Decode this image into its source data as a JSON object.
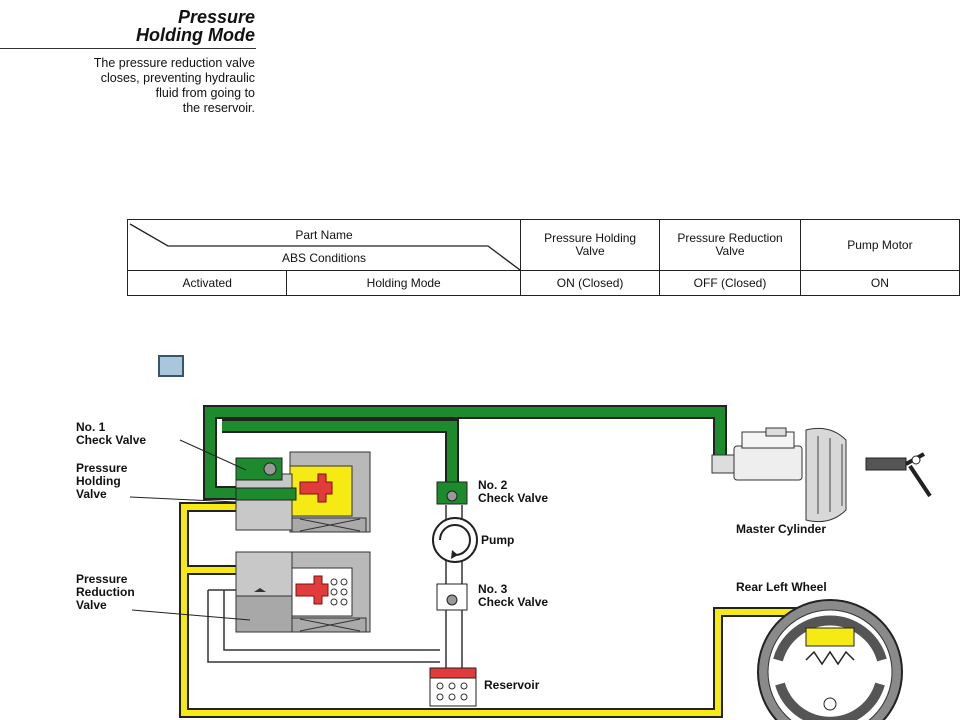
{
  "header": {
    "title_line1": "Pressure",
    "title_line2": "Holding Mode",
    "description": "The pressure reduction valve\ncloses, preventing hydraulic\nfluid from going to\nthe reservoir."
  },
  "table": {
    "part_name": "Part Name",
    "abs_conditions": "ABS Conditions",
    "columns": [
      "Pressure Holding Valve",
      "Pressure Reduction Valve",
      "Pump Motor"
    ],
    "row": {
      "condition": "Activated",
      "mode": "Holding Mode",
      "holding_valve": "ON (Closed)",
      "reduction_valve": "OFF (Closed)",
      "pump_motor": "ON"
    }
  },
  "diagram": {
    "labels": {
      "check_valve_1": "No. 1\nCheck Valve",
      "pressure_holding_valve": "Pressure\nHolding\nValve",
      "pressure_reduction_valve": "Pressure\nReduction\nValve",
      "check_valve_2": "No. 2\nCheck Valve",
      "pump": "Pump",
      "check_valve_3": "No. 3\nCheck Valve",
      "reservoir": "Reservoir",
      "master_cylinder": "Master Cylinder",
      "rear_left_wheel": "Rear Left Wheel"
    },
    "colors": {
      "high_pressure": "#1e8a2e",
      "held_pressure": "#f5ea14",
      "valve_plunger": "#e23b3b",
      "valve_body": "#b9b9b9"
    }
  }
}
